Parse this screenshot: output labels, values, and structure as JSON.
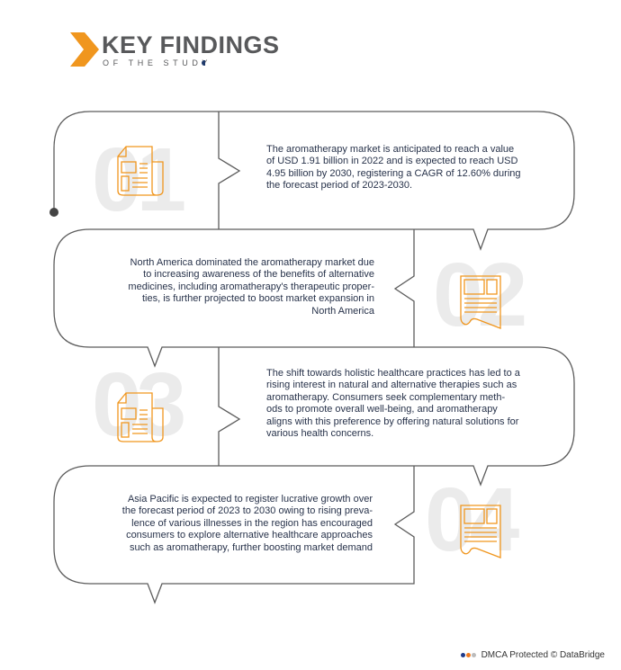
{
  "header": {
    "title": "KEY FINDINGS",
    "subtitle": "OF THE STUDY"
  },
  "colors": {
    "accent": "#f0961e",
    "line": "#5c5c5c",
    "number": "#ebebeb",
    "text": "#27324a"
  },
  "findings": [
    {
      "number": "01",
      "icon": "newspaper-icon",
      "lines": [
        "The aromatherapy market is anticipated to reach a value",
        "of USD 1.91 billion in 2022 and is expected to reach USD",
        "4.95 billion by 2030, registering a CAGR of 12.60% during",
        "the forecast period of 2023-2030."
      ]
    },
    {
      "number": "02",
      "icon": "document-icon",
      "lines": [
        "North America dominated the aromatherapy market due",
        "to increasing awareness of the benefits of alternative",
        "medicines, including aromatherapy's therapeutic proper-",
        "ties, is further projected to boost market expansion in",
        "North America"
      ]
    },
    {
      "number": "03",
      "icon": "newspaper-icon",
      "lines": [
        "The shift towards holistic healthcare practices has led to a",
        "rising interest in natural and alternative therapies such as",
        "aromatherapy. Consumers seek complementary meth-",
        "ods to promote overall well-being, and aromatherapy",
        "aligns with this preference by offering natural solutions for",
        "various health concerns."
      ]
    },
    {
      "number": "04",
      "icon": "document-icon",
      "lines": [
        "Asia Pacific is expected to register lucrative growth over",
        "the forecast period of 2023 to 2030 owing to rising preva-",
        "lence of various illnesses in the region has encouraged",
        "consumers to explore alternative healthcare approaches",
        "such as aromatherapy, further boosting market demand"
      ]
    }
  ],
  "footer": {
    "text": "DMCA Protected © DataBridge"
  }
}
